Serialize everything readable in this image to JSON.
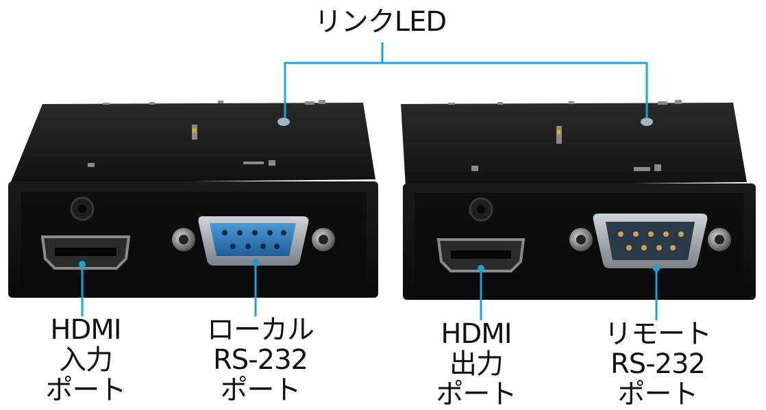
{
  "callouts": {
    "link_led": "リンクLED",
    "hdmi_input": [
      "HDMI",
      "入力",
      "ポート"
    ],
    "local_rs232": [
      "ローカル",
      "RS-232",
      "ポート"
    ],
    "hdmi_output": [
      "HDMI",
      "出力",
      "ポート"
    ],
    "remote_rs232": [
      "リモート",
      "RS-232",
      "ポート"
    ]
  },
  "colors": {
    "callout_line": "#1aa3d6",
    "device_body": "#141414",
    "device_top": "#1c1c1c",
    "port_blue": "#2f7fc1",
    "text": "#111111"
  }
}
